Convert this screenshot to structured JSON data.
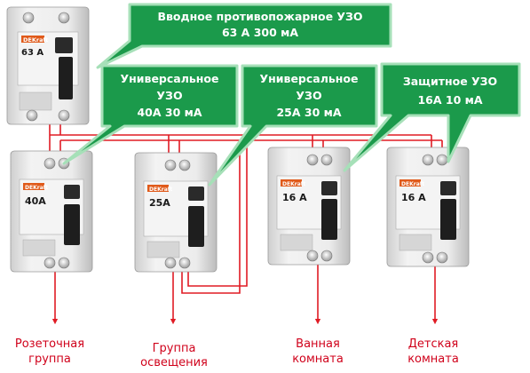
{
  "callouts": [
    {
      "id": "main",
      "lines": [
        "Вводное противопожарное УЗО",
        "63 А 300 мА"
      ]
    },
    {
      "id": "u40",
      "lines": [
        "Универсальное",
        "УЗО",
        "40А 30 мА"
      ]
    },
    {
      "id": "u25",
      "lines": [
        "Универсальное",
        "УЗО",
        "25А 30 мА"
      ]
    },
    {
      "id": "p16",
      "lines": [
        "Защитное УЗО",
        "16А 10 мА"
      ]
    }
  ],
  "devices": [
    {
      "id": "main",
      "rating": "63 A",
      "brand": "DEKraft"
    },
    {
      "id": "d40",
      "rating": "40A",
      "brand": "DEKraft"
    },
    {
      "id": "d25",
      "rating": "25A",
      "brand": "DEKraft"
    },
    {
      "id": "d16a",
      "rating": "16 A",
      "brand": "DEKraft"
    },
    {
      "id": "d16b",
      "rating": "16 A",
      "brand": "DEKraft"
    }
  ],
  "outputs": [
    {
      "id": "sockets",
      "lines": [
        "Розеточная",
        "группа"
      ]
    },
    {
      "id": "lighting",
      "lines": [
        "Группа",
        "освещения"
      ]
    },
    {
      "id": "bathroom",
      "lines": [
        "Ванная",
        "комната"
      ]
    },
    {
      "id": "kids",
      "lines": [
        "Детская",
        "комната"
      ]
    }
  ],
  "colors": {
    "callout_fill": "#1b9a4b",
    "callout_stroke": "#a6e0b8",
    "wire": "#e01b24",
    "label": "#d0021b",
    "device_body": "#e6e6e6",
    "brand_badge": "#e05a1a"
  }
}
